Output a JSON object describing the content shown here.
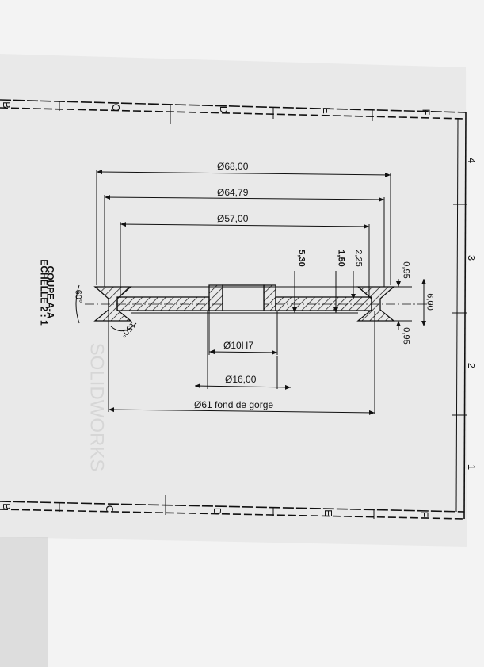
{
  "drawing": {
    "zones_top": [
      "B",
      "C",
      "D",
      "E",
      "F"
    ],
    "zones_bottom": [
      "B",
      "C",
      "D",
      "E",
      "F"
    ],
    "zones_right": [
      "4",
      "3",
      "2",
      "1"
    ],
    "section_title": "COUPE A-A",
    "scale": "ECHELLE 2 : 1",
    "watermark": "SOLIDWORKS"
  },
  "dimensions": {
    "d_outer": "Ø68,00",
    "d_flange": "Ø64,79",
    "d_web": "Ø57,00",
    "d_bore": "Ø10H7",
    "d_hub": "Ø16,00",
    "d_groove": "Ø61 fond de gorge",
    "h_web": "5,30",
    "h_flange_thk": "1,50",
    "h_groove_depth": "2,25",
    "t_top": "0,95",
    "t_bottom": "0,95",
    "width_total": "6,00",
    "angle_groove": "60°",
    "angle_chamfer": "150°"
  },
  "colors": {
    "ink": "#111111",
    "paper": "#e9e9e9",
    "background": "#f3f3f3"
  }
}
